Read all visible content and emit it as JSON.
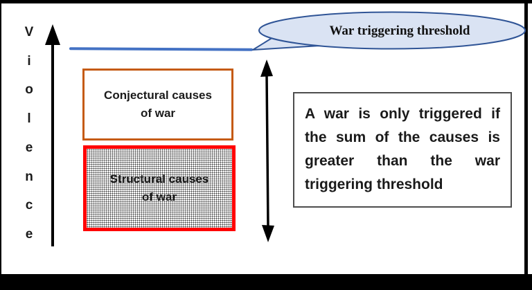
{
  "diagram": {
    "axis": {
      "word": "Violence",
      "letters": [
        "V",
        "i",
        "o",
        "l",
        "e",
        "n",
        "c",
        "e"
      ]
    },
    "callout": {
      "label": "War triggering threshold"
    },
    "conjectural_box": {
      "lines": [
        "Conjectural causes",
        "of war"
      ]
    },
    "structural_box": {
      "lines": [
        "Structural causes",
        "of war"
      ]
    },
    "note_box": {
      "lines": [
        "A war is only triggered if",
        "the sum of the causes is",
        "greater than the war",
        "triggering threshold"
      ]
    }
  },
  "colors": {
    "ink": "#1A1A1A",
    "orange_border": "#C55A11",
    "red_border": "#FF0000",
    "threshold_blue": "#4472C4",
    "bubble_fill": "#DAE3F3",
    "bubble_border": "#2F5496",
    "note_border": "#4D4D4D"
  }
}
